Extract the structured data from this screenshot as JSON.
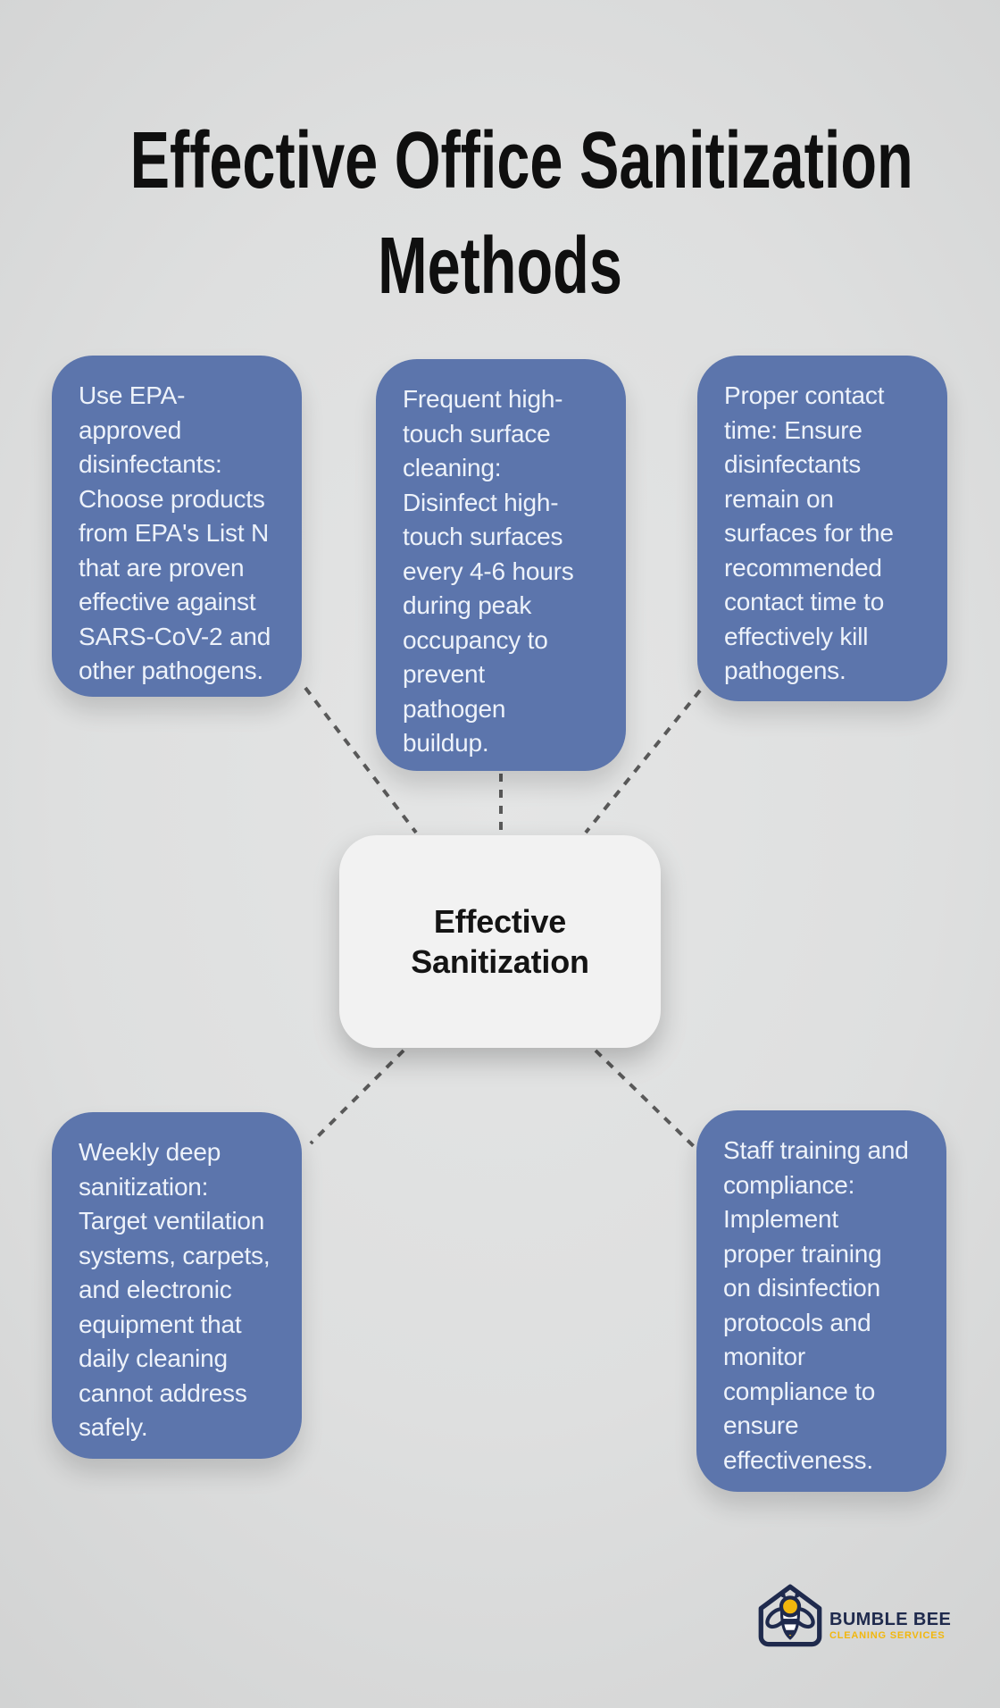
{
  "title": "Effective Office Sanitization\nMethods",
  "center": {
    "label": "Effective\nSanitization"
  },
  "nodes": [
    {
      "id": "top-left",
      "text": "Use EPA-\napproved\ndisinfectants:\nChoose products\nfrom EPA's List N\nthat are proven\neffective against\nSARS-CoV-2 and\nother pathogens."
    },
    {
      "id": "top-middle",
      "text": "Frequent high-\ntouch surface\ncleaning:\nDisinfect high-\ntouch surfaces\nevery 4-6 hours\nduring peak\noccupancy to\nprevent\npathogen\nbuildup."
    },
    {
      "id": "top-right",
      "text": "Proper contact\ntime: Ensure\ndisinfectants\nremain on\nsurfaces for the\nrecommended\ncontact time to\neffectively kill\npathogens."
    },
    {
      "id": "bottom-left",
      "text": "Weekly deep\nsanitization:\nTarget ventilation\nsystems, carpets,\nand electronic\nequipment that\ndaily cleaning\ncannot address\nsafely."
    },
    {
      "id": "bottom-right",
      "text": "Staff training and\ncompliance:\nImplement\nproper training\non disinfection\nprotocols and\nmonitor\ncompliance to\nensure\neffectiveness."
    }
  ],
  "logo": {
    "name": "BUMBLE BEE",
    "tagline": "CLEANING SERVICES"
  },
  "theme": {
    "bg": "#dedfdf",
    "node_blue": "#5c75ac",
    "node_text": "#edf2fa",
    "center_bg": "#f2f2f2",
    "center_text": "#141414",
    "title_color": "#0f0f0f",
    "dash_color": "#595959",
    "logo_navy": "#1f2a4d",
    "logo_yellow": "#f2b70d"
  }
}
